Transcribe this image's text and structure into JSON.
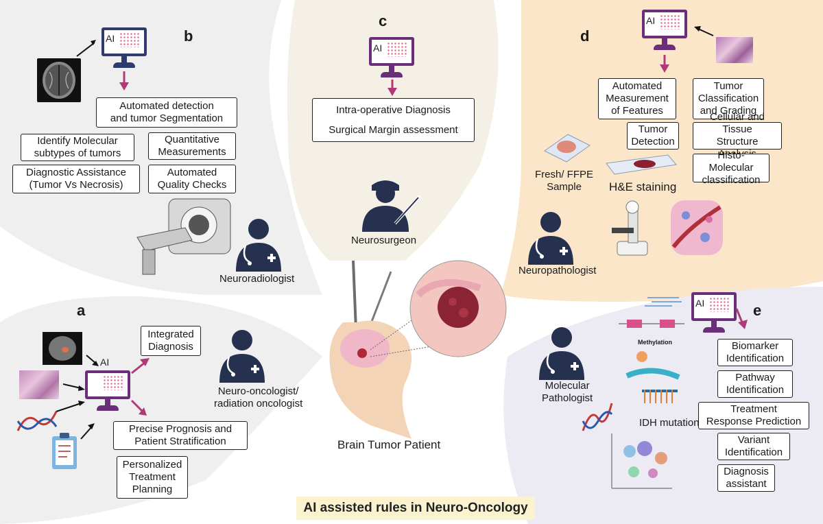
{
  "panel_a": {
    "letter": "a",
    "ai_label": "AI",
    "boxes": [
      "Integrated\nDiagnosis",
      "Precise Prognosis and\nPatient Stratification",
      "Personalized\nTreatment\nPlanning"
    ],
    "role_label": "Neuro-oncologist/\nradiation oncologist"
  },
  "panel_b": {
    "letter": "b",
    "ai_label": "AI",
    "boxes": [
      "Automated detection\nand tumor Segmentation",
      "Identify Molecular\nsubtypes of tumors",
      "Quantitative\nMeasurements",
      "Diagnostic Assistance\n(Tumor Vs Necrosis)",
      "Automated\nQuality Checks"
    ],
    "role_label": "Neuroradiologist"
  },
  "panel_c": {
    "letter": "c",
    "ai_label": "AI",
    "box_lines": [
      "Intra-operative  Diagnosis",
      "Surgical Margin assessment"
    ],
    "role_label": "Neurosurgeon"
  },
  "panel_d": {
    "letter": "d",
    "ai_label": "AI",
    "boxes": [
      "Automated\nMeasurement\nof Features",
      "Tumor\nClassification\nand Grading",
      "Tumor\nDetection",
      "Cellular and Tissue\nStructure Analysis",
      "Histo-Molecular\nclassification"
    ],
    "sample_label": "Fresh/ FFPE\nSample",
    "stain_label": "H&E staining",
    "role_label": "Neuropathologist"
  },
  "panel_e": {
    "letter": "e",
    "ai_label": "AI",
    "boxes": [
      "Biomarker\nIdentification",
      "Pathway\nIdentification",
      "Treatment\nResponse Prediction",
      "Variant\nIdentification",
      "Diagnosis\nassistant"
    ],
    "mutation_label": "IDH mutation",
    "methylation_label": "Methylation",
    "role_label": "Molecular\nPathologist"
  },
  "center": {
    "patient_label": "Brain Tumor Patient"
  },
  "banner": "AI assisted rules in Neuro-Oncology",
  "colors": {
    "monitor_blue": "#2f3a6e",
    "monitor_purple": "#6b2f7a",
    "arrow_magenta": "#b03a78",
    "person_navy": "#26304f",
    "panel_gray": "#efefef",
    "panel_peach": "#fbe6c9",
    "panel_lavender": "#ecebf4",
    "banner_bg": "#fbf3cf"
  }
}
